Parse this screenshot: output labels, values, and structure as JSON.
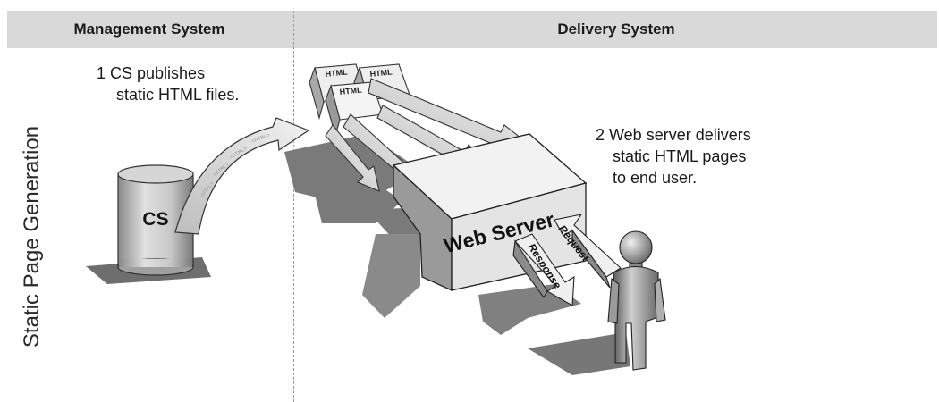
{
  "header": {
    "management": "Management System",
    "delivery": "Delivery System"
  },
  "side_label": "Static Page Generation",
  "steps": {
    "publish": [
      "1 CS publishes",
      "static HTML files."
    ],
    "deliver": [
      "2 Web server delivers",
      "static HTML pages",
      "to end user."
    ]
  },
  "nodes": {
    "cs": "CS",
    "web_server": "Web Server",
    "html_file": "HTML",
    "arrow_trail_text": "<HTML>"
  },
  "arrows": {
    "request": "Request",
    "response": "Response"
  },
  "icons": {
    "database": "database-cylinder-icon",
    "user": "user-figure-icon",
    "document": "html-document-icon"
  }
}
